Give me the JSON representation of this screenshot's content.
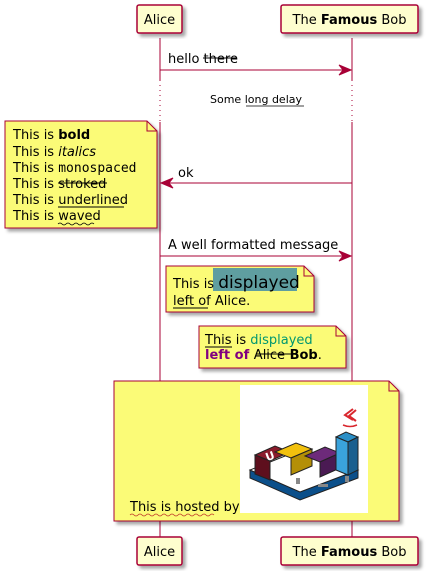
{
  "participants": {
    "alice": {
      "name": "Alice"
    },
    "bob": {
      "pre": "The ",
      "bold": "Famous",
      "post": " Bob"
    }
  },
  "messages": {
    "m1": {
      "plain": "hello ",
      "strike": "there"
    },
    "delay": {
      "pre": "Some ",
      "underline": "long delay"
    },
    "m2": {
      "text": "ok"
    },
    "m3": {
      "text": "A well formatted message"
    }
  },
  "notes": {
    "styles": {
      "prefix": "This is ",
      "bold": "bold",
      "italics": "italics",
      "mono": "monospaced",
      "stroked": "stroked",
      "underlined": "underlined",
      "waved": "waved"
    },
    "displayed": {
      "l1_pre": "This is ",
      "l1_big": "displayed",
      "l2_under": "left of",
      "l2_post": " Alice."
    },
    "colored": {
      "l1_under": "This",
      "l1_mid": " is ",
      "l1_color": "displayed",
      "l2_bold": "left of ",
      "l2_strike": "Alice",
      "l2_end": " Bob",
      "l2_dot": "."
    },
    "hosted": {
      "wave": "This is hosted",
      "post": " by"
    }
  },
  "colors": {
    "lifeline": "#a80036",
    "participant_fill": "#fefece",
    "note_fill": "#fbfb77",
    "text_color": "#000000",
    "highlight": "#5f9ea0",
    "green": "#009770",
    "purple": "#800080"
  }
}
